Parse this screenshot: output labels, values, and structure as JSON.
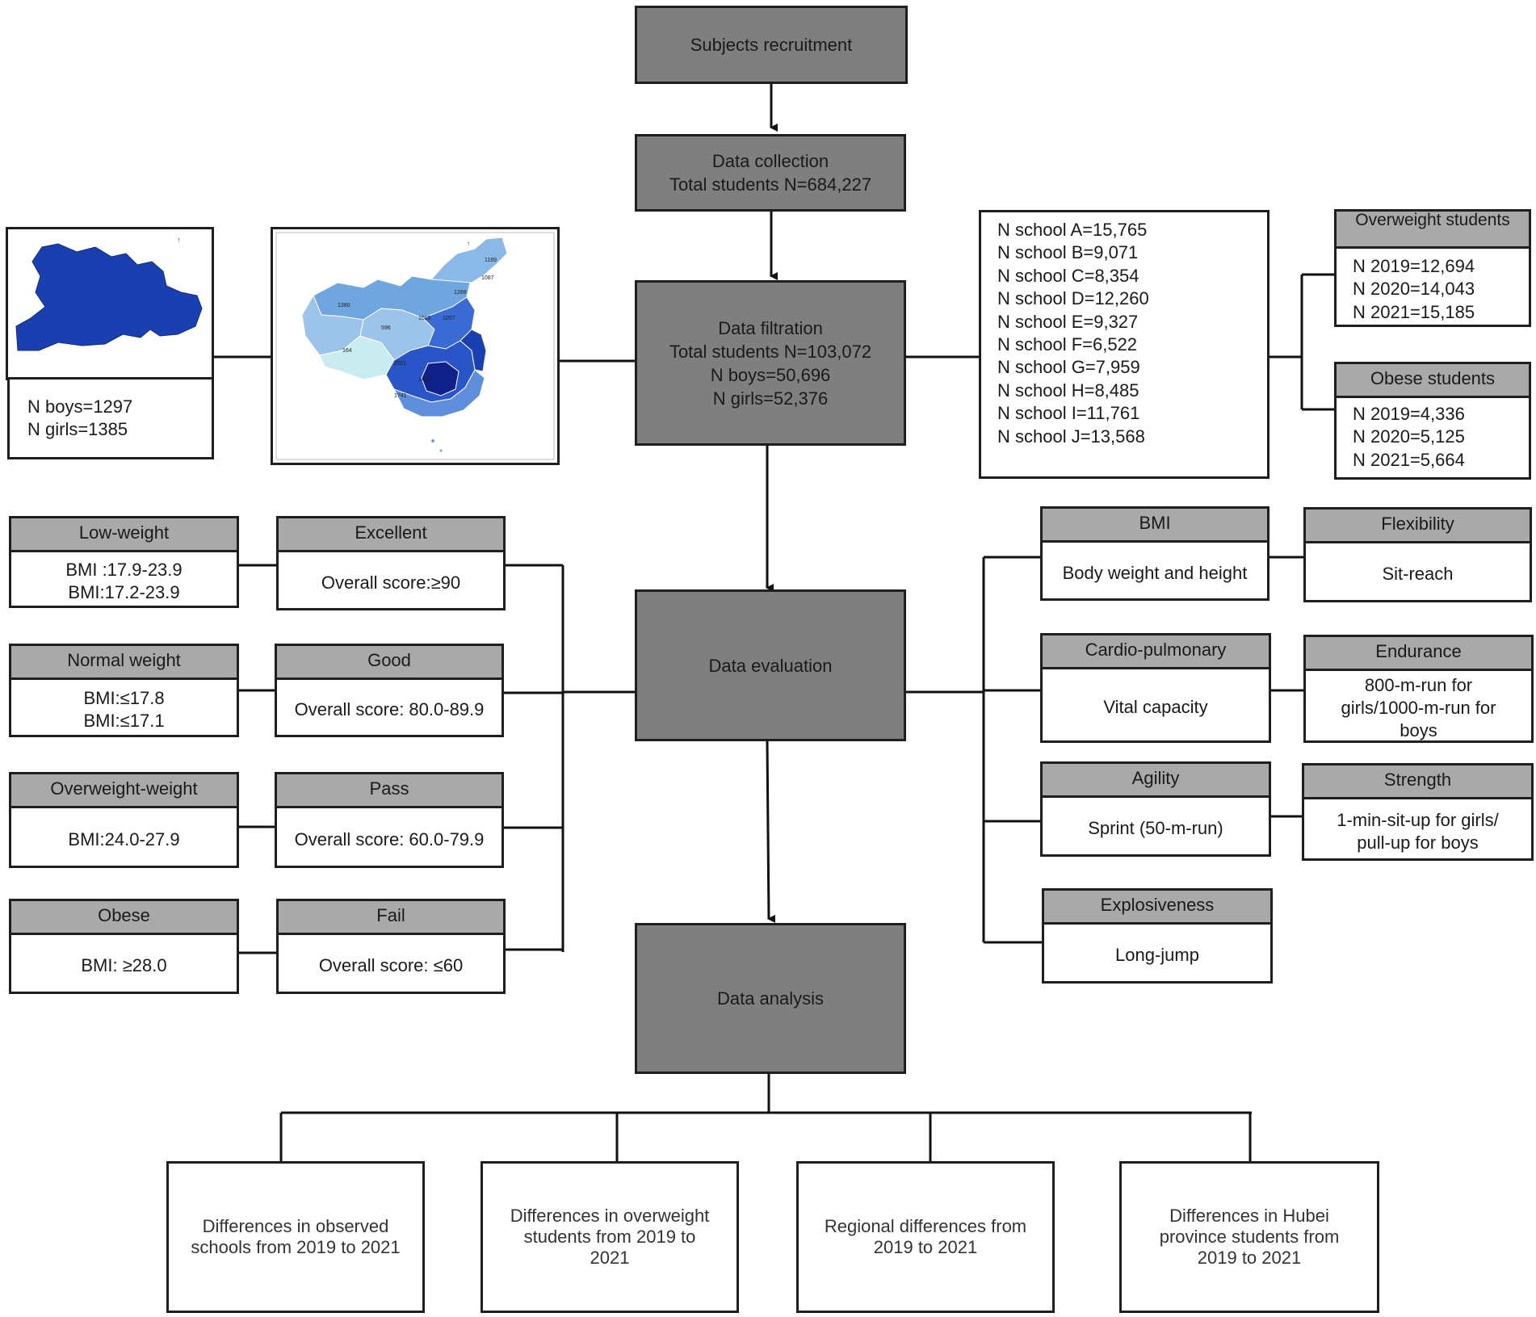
{
  "top": {
    "recruitment": "Subjects recruitment",
    "collection": [
      "Data collection",
      "Total students N=684,227"
    ],
    "filtration": [
      "Data filtration",
      "Total students N=103,072",
      "N boys=50,696",
      "N girls=52,376"
    ],
    "evaluation": "Data evaluation",
    "analysis": "Data analysis"
  },
  "hubei": {
    "boys": "N boys=1297",
    "girls": "N girls=1385"
  },
  "schools": [
    "N school A=15,765",
    "N school B=9,071",
    "N school C=8,354",
    "N school D=12,260",
    "N school E=9,327",
    "N school F=6,522",
    "N school G=7,959",
    "N school H=8,485",
    "N school I=11,761",
    "N school J=13,568"
  ],
  "overweight": {
    "title": "Overweight students",
    "rows": [
      "N 2019=12,694",
      "N 2020=14,043",
      "N 2021=15,185"
    ]
  },
  "obese": {
    "title": "Obese students",
    "rows": [
      "N 2019=4,336",
      "N 2020=5,125",
      "N 2021=5,664"
    ]
  },
  "weight_categories": [
    {
      "title": "Low-weight",
      "lines": [
        "BMI :17.9-23.9",
        "BMI:17.2-23.9"
      ]
    },
    {
      "title": "Normal weight",
      "lines": [
        "BMI:≤17.8",
        "BMI:≤17.1"
      ]
    },
    {
      "title": "Overweight-weight",
      "lines": [
        "BMI:24.0-27.9"
      ]
    },
    {
      "title": "Obese",
      "lines": [
        "BMI: ≥28.0"
      ]
    }
  ],
  "score_categories": [
    {
      "title": "Excellent",
      "line": "Overall score:≥90"
    },
    {
      "title": "Good",
      "line": "Overall score: 80.0-89.9"
    },
    {
      "title": "Pass",
      "line": "Overall score: 60.0-79.9"
    },
    {
      "title": "Fail",
      "line": "Overall score: ≤60"
    }
  ],
  "tests_left": [
    {
      "title": "BMI",
      "lines": [
        "Body weight and height"
      ]
    },
    {
      "title": "Cardio-pulmonary",
      "lines": [
        "Vital capacity"
      ]
    },
    {
      "title": "Agility",
      "lines": [
        "Sprint (50-m-run)"
      ]
    },
    {
      "title": "Explosiveness",
      "lines": [
        "Long-jump"
      ]
    }
  ],
  "tests_right": [
    {
      "title": "Flexibility",
      "lines": [
        "Sit-reach"
      ]
    },
    {
      "title": "Endurance",
      "lines": [
        "800-m-run for",
        "girls/1000-m-run for",
        "boys"
      ]
    },
    {
      "title": "Strength",
      "lines": [
        "1-min-sit-up for girls/",
        "pull-up for boys"
      ]
    }
  ],
  "outcomes": [
    "Differences in observed schools from 2019 to 2021",
    "Differences in overweight students from 2019 to 2021",
    "Regional differences from 2019 to 2021",
    "Differences in Hubei province students from 2019 to 2021"
  ],
  "map_labels": {
    "china": [
      "1189",
      "1087",
      "1288",
      "1380",
      "1057",
      "1015",
      "596",
      "164",
      "2501",
      "1741",
      "1437"
    ]
  },
  "colors": {
    "gray_box": "#7f7f7f",
    "header": "#a9a9a9",
    "map_dark": "#1a3fb0",
    "map_mid": "#3a6ad4",
    "map_light": "#9cc3ea",
    "map_pale": "#c9ecf0"
  }
}
